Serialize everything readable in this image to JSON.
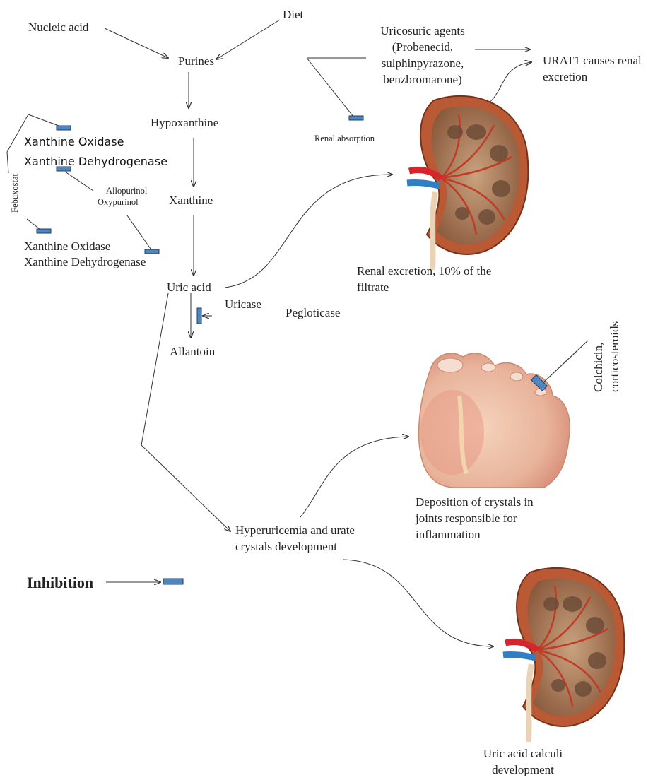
{
  "pathway": {
    "nucleic_acid": "Nucleic acid",
    "diet": "Diet",
    "purines": "Purines",
    "hypoxanthine": "Hypoxanthine",
    "xanthine": "Xanthine",
    "uric_acid": "Uric acid",
    "allantoin": "Allantoin",
    "uricase": "Uricase",
    "pegloticase": "Pegloticase"
  },
  "enzymes": {
    "xo_1": "Xanthine Oxidase",
    "xdh_1": "Xanthine Dehydrogenase",
    "xo_2": "Xanthine Oxidase",
    "xdh_2": "Xanthine Dehydrogenase"
  },
  "drugs": {
    "febuxostat": "Febuxostat",
    "allopurinol": "Allopurinol",
    "oxypurinol": "Oxypurinol",
    "uricosuric": [
      "Uricosuric agents",
      "(Probenecid,",
      "sulphinpyrazone,",
      "benzbromarone)"
    ],
    "colchicin": [
      "Colchicin,",
      "corticosteroids"
    ]
  },
  "renal": {
    "renal_absorption": "Renal absorption",
    "urat1": [
      "URAT1 causes renal",
      "excretion"
    ],
    "renal_excretion": [
      "Renal excretion, 10% of the",
      "filtrate"
    ]
  },
  "complications": {
    "hyperuricemia": [
      "Hyperuricemia and urate",
      "crystals development"
    ],
    "deposition": [
      "Deposition of crystals in",
      "joints responsible for",
      "inflammation"
    ],
    "calculi": [
      "Uric acid calculi",
      "development"
    ]
  },
  "legend": {
    "inhibition": "Inhibition"
  },
  "colors": {
    "inhibitor_fill": "#4f86c0",
    "kidney_outer": "#b5522f",
    "kidney_inner": "#7a5a44",
    "artery": "#d7262b",
    "vein": "#2f7fc4",
    "ureter": "#e8cdb0",
    "foot_skin": "#efc4a8",
    "foot_inflamed": "#e59a84"
  }
}
